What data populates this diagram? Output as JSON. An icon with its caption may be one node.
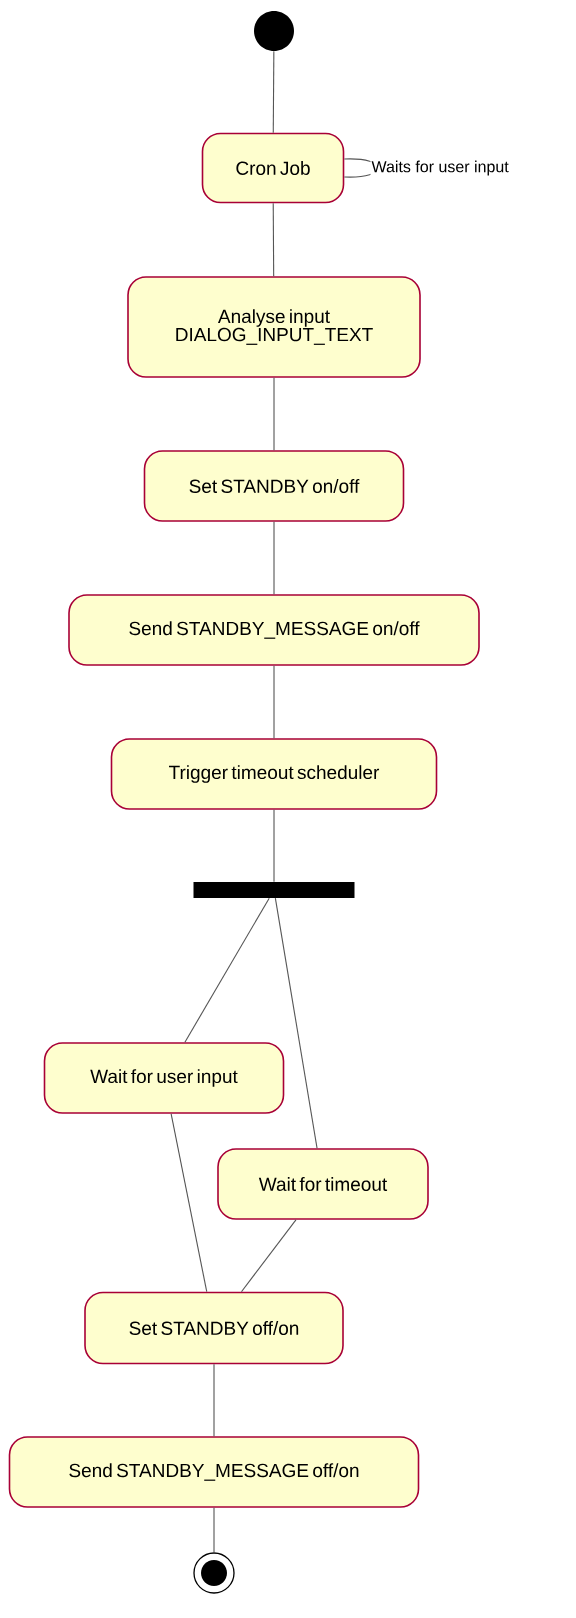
{
  "diagram": {
    "nodes": [
      {
        "text": [],
        "shape": "circle"
      },
      {
        "text": [
          "Cron Job"
        ]
      },
      {
        "text": [
          "Analyse input DIALOG_INPUT_TEXT"
        ]
      },
      {
        "text": [
          "Set STANDBY on/off"
        ]
      },
      {
        "text": [
          "Send STANDBY_MESSAGE on/off"
        ]
      },
      {
        "text": [
          "Trigger timeout scheduler"
        ]
      },
      {
        "text": [],
        "shape": "bar"
      },
      {
        "text": [
          "Wait for user input"
        ]
      },
      {
        "text": [
          "Wait for timeout"
        ]
      },
      {
        "text": [
          "Set STANDBY off/on"
        ]
      },
      {
        "text": [
          "Send STANDBY_MESSAGE off/on"
        ]
      },
      {
        "text": [],
        "shape": "bullseye"
      }
    ],
    "edges": [
      {
        "from": 0,
        "to": 1,
        "arrow": "none"
      },
      {
        "from": 1,
        "to": 1,
        "arrow": "none",
        "label": "Waits for user input"
      },
      {
        "from": 1,
        "to": 2,
        "arrow": "none"
      },
      {
        "from": 2,
        "to": 3,
        "arrow": "none"
      },
      {
        "from": 3,
        "to": 4,
        "arrow": "none"
      },
      {
        "from": 4,
        "to": 5,
        "arrow": "none"
      },
      {
        "from": 5,
        "to": 6,
        "arrow": "none"
      },
      {
        "from": 6,
        "to": 7,
        "arrow": "none"
      },
      {
        "from": 6,
        "to": 8,
        "arrow": "none"
      },
      {
        "from": 7,
        "to": 9,
        "arrow": "none"
      },
      {
        "from": 8,
        "to": 9,
        "arrow": "none"
      },
      {
        "from": 9,
        "to": 10,
        "arrow": "none"
      },
      {
        "from": 10,
        "to": 11,
        "arrow": "none"
      }
    ]
  }
}
